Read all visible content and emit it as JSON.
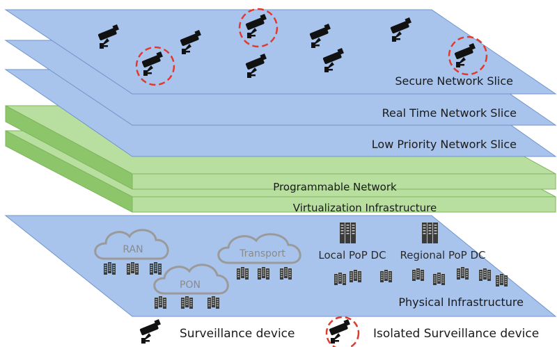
{
  "slices": {
    "secure": "Secure Network Slice",
    "realtime": "Real Time Network Slice",
    "lowpriority": "Low Priority Network Slice"
  },
  "layers": {
    "programmable": "Programmable Network",
    "virtualization": "Virtualization Infrastructure"
  },
  "physical": {
    "title": "Physical Infrastructure",
    "clouds": {
      "ran": "RAN",
      "pon": "PON",
      "transport": "Transport"
    },
    "datacenters": {
      "local": "Local PoP DC",
      "regional": "Regional PoP DC"
    }
  },
  "legend": {
    "device": "Surveillance device",
    "isolated": "Isolated Surveillance device"
  },
  "colors": {
    "slice_fill": "#a9c4ec",
    "slice_stroke": "#6f93cc",
    "green_top": "#b9dfa0",
    "green_side": "#8cc56a",
    "isolation_ring": "#e03a2f"
  },
  "icons": {
    "camera": "surveillance-camera-icon",
    "server": "server-rack-icon",
    "cloud": "cloud-icon"
  }
}
